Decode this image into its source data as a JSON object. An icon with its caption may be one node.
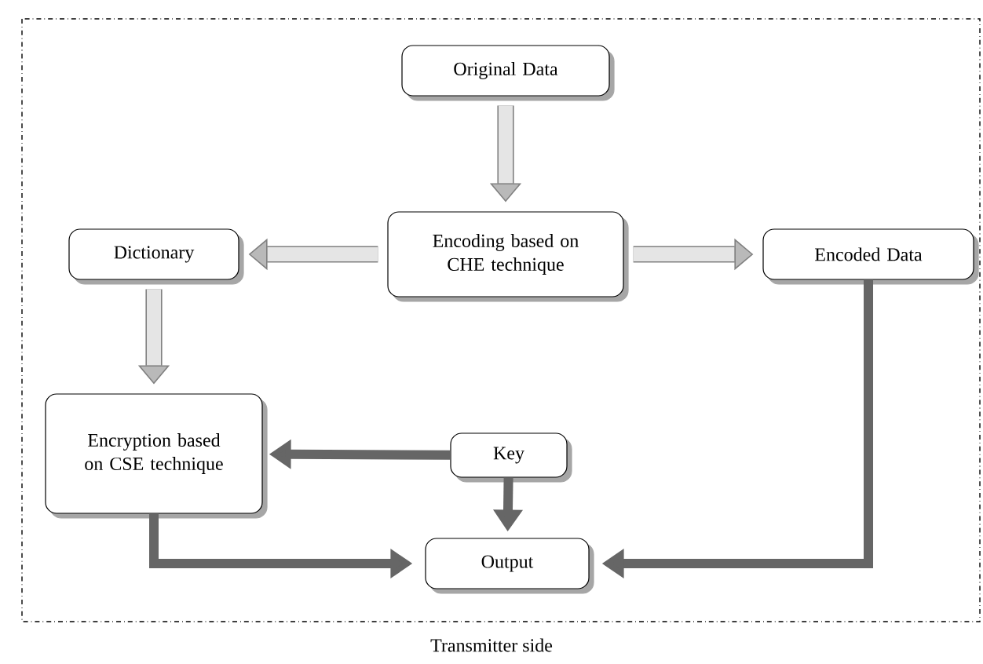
{
  "diagram": {
    "caption": "Transmitter side",
    "nodes": [
      {
        "text": [
          "Original Data"
        ]
      },
      {
        "text": [
          "Encoding based on CHE technique"
        ]
      },
      {
        "text": [
          "Dictionary"
        ]
      },
      {
        "text": [
          "Encoded Data"
        ]
      },
      {
        "text": [
          "Encryption based on CSE technique"
        ]
      },
      {
        "text": [
          "Key"
        ]
      },
      {
        "text": [
          "Output"
        ]
      }
    ],
    "edges": [
      {
        "from": 0,
        "to": 1,
        "arrow": "to"
      },
      {
        "from": 1,
        "to": 2,
        "arrow": "to"
      },
      {
        "from": 1,
        "to": 3,
        "arrow": "to"
      },
      {
        "from": 2,
        "to": 4,
        "arrow": "to"
      },
      {
        "from": 5,
        "to": 4,
        "arrow": "to",
        "color": "#666666"
      },
      {
        "from": 5,
        "to": 6,
        "arrow": "to",
        "color": "#666666"
      },
      {
        "from": 4,
        "to": 6,
        "arrow": "to",
        "color": "#666666"
      },
      {
        "from": 3,
        "to": 6,
        "arrow": "to",
        "color": "#666666"
      }
    ]
  }
}
